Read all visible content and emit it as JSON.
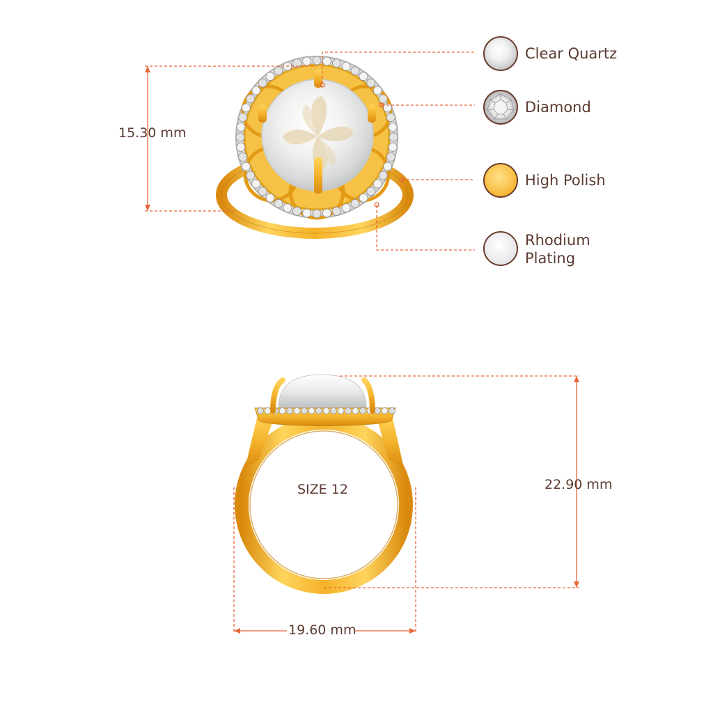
{
  "dimensions": {
    "top_height": "15.30 mm",
    "side_height": "22.90 mm",
    "side_width": "19.60 mm",
    "ring_size": "SIZE 12"
  },
  "legend": {
    "items": [
      {
        "id": "clear-quartz",
        "label": "Clear Quartz",
        "icon": "clear-quartz-swatch",
        "color": "#e6e8ea"
      },
      {
        "id": "diamond",
        "label": "Diamond",
        "icon": "diamond-swatch",
        "color": "#d8d8d8"
      },
      {
        "id": "high-polish",
        "label": "High Polish",
        "icon": "high-polish-swatch",
        "color": "#f7bd44"
      },
      {
        "id": "rhodium-plating",
        "label": "Rhodium Plating",
        "label_line1": "Rhodium",
        "label_line2": "Plating",
        "icon": "rhodium-swatch",
        "color": "#e8e8ec"
      }
    ]
  },
  "colors": {
    "leader_line": "#e8663a",
    "gold_light": "#ffd45c",
    "gold_mid": "#f4b22a",
    "gold_dark": "#d98a0e",
    "text": "#5b3a30"
  }
}
